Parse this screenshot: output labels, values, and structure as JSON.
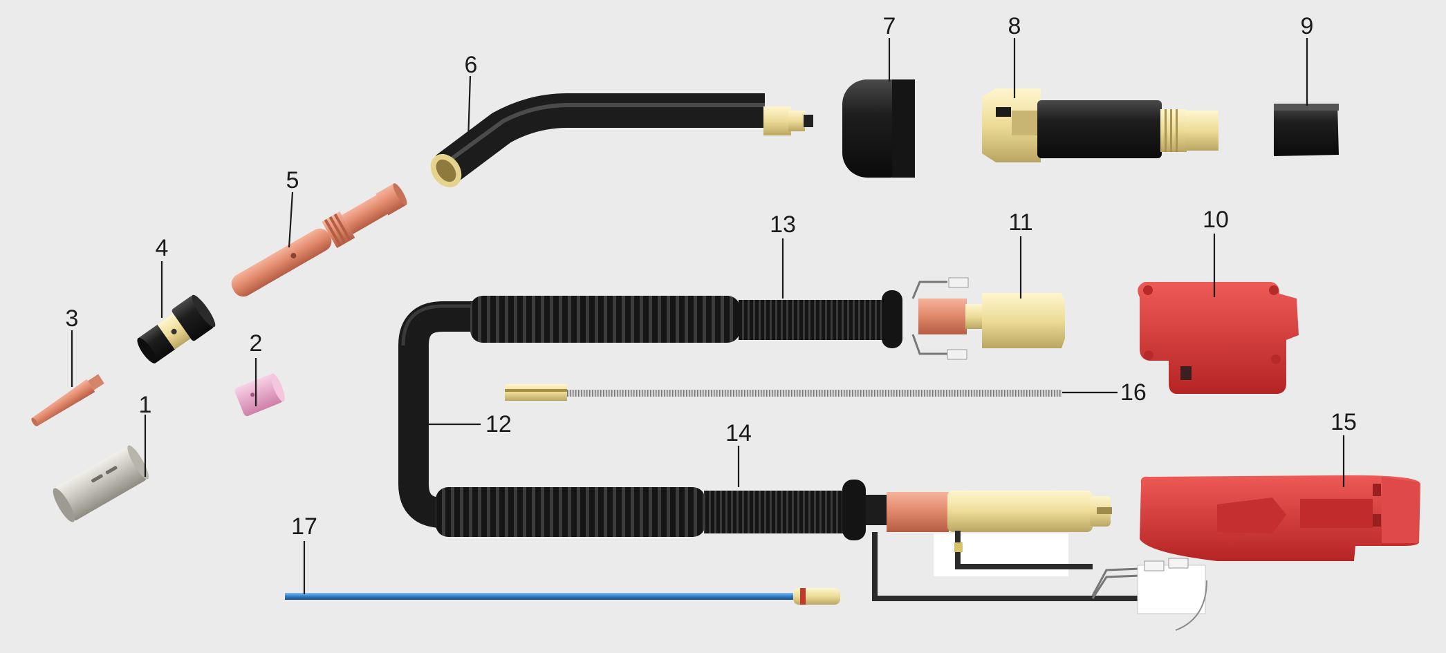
{
  "callouts": [
    {
      "id": "1",
      "label": "1"
    },
    {
      "id": "2",
      "label": "2"
    },
    {
      "id": "3",
      "label": "3"
    },
    {
      "id": "4",
      "label": "4"
    },
    {
      "id": "5",
      "label": "5"
    },
    {
      "id": "6",
      "label": "6"
    },
    {
      "id": "7",
      "label": "7"
    },
    {
      "id": "8",
      "label": "8"
    },
    {
      "id": "9",
      "label": "9"
    },
    {
      "id": "10",
      "label": "10"
    },
    {
      "id": "11",
      "label": "11"
    },
    {
      "id": "12",
      "label": "12"
    },
    {
      "id": "13",
      "label": "13"
    },
    {
      "id": "14",
      "label": "14"
    },
    {
      "id": "15",
      "label": "15"
    },
    {
      "id": "16",
      "label": "16"
    },
    {
      "id": "17",
      "label": "17"
    }
  ],
  "colors": {
    "background": "#ebebeb",
    "copper": "#e08a6e",
    "brass": "#efe3a3",
    "black": "#1c1c1c",
    "red": "#d83a3a",
    "pink": "#e7a3c6",
    "steel": "#c8c6bf",
    "blue": "#2f7ec9"
  }
}
